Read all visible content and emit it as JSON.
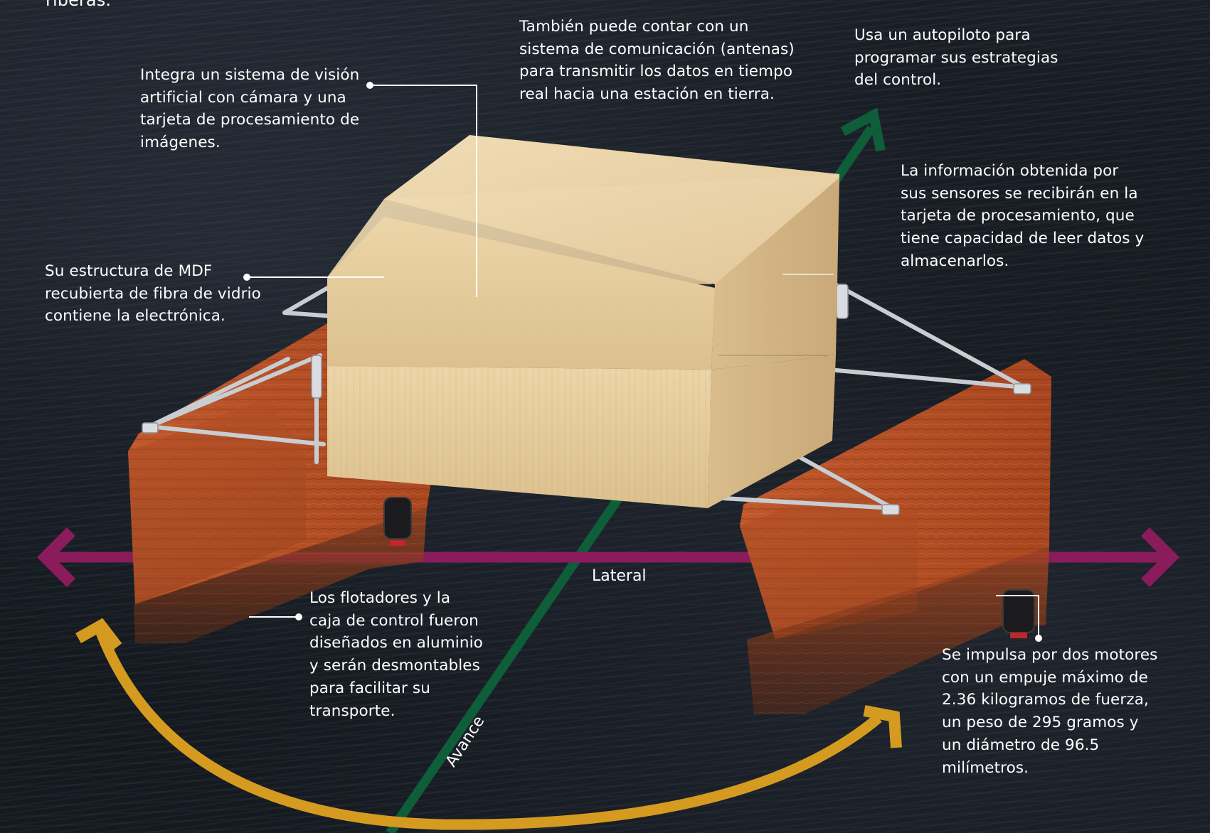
{
  "header_fragment": "riberas.",
  "callouts": {
    "vision": "Integra un sistema de visión\nartificial con cámara y una\ntarjeta de procesamiento de\nimágenes.",
    "communication": "También puede contar con un\nsistema de comunicación (antenas)\npara transmitir los datos en tiempo\nreal hacia una estación en tierra.",
    "autopilot": "Usa un autopiloto para\nprogramar sus estrategias\ndel control.",
    "structure": "Su estructura de MDF\nrecubierta de fibra de vidrio\ncontiene la electrónica.",
    "sensors": "La información obtenida por\nsus sensores se recibirán en la\ntarjeta de procesamiento, que\ntiene capacidad de leer datos y\nalmacenarlos.",
    "floats": "Los flotadores  y la\ncaja de control fueron\ndiseñados en aluminio\ny serán desmontables\npara  facilitar su\ntransporte.",
    "motors": "Se impulsa por dos motores\ncon un empuje máximo de\n2.36 kilogramos de fuerza,\nun peso de 295 gramos y\nun diámetro de 96.5\nmilímetros."
  },
  "axes": {
    "lateral": "Lateral",
    "forward": "Avance"
  },
  "colors": {
    "forward_axis": "#0e5e3a",
    "lateral_axis": "#8a1c5c",
    "rotation_arc": "#d59b20",
    "control_box": "#e8cfa0",
    "floats": "#b5522a",
    "frame": "#c8cdd2",
    "text": "#ffffff"
  }
}
